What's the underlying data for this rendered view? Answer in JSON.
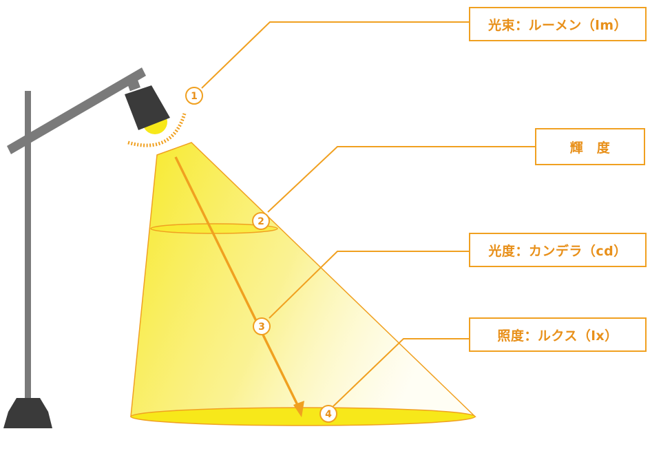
{
  "labels": {
    "lumen": "光束：ルーメン（lm）",
    "luminance": "輝　度",
    "candela": "光度：カンデラ（cd）",
    "lux": "照度：ルクス（lx）"
  },
  "markers": [
    "1",
    "2",
    "3",
    "4"
  ],
  "colors": {
    "accent": "#f0a020",
    "light_yellow": "#f7e81a",
    "lamp": "#3a3a3a",
    "stand": "#7a7a7a"
  }
}
